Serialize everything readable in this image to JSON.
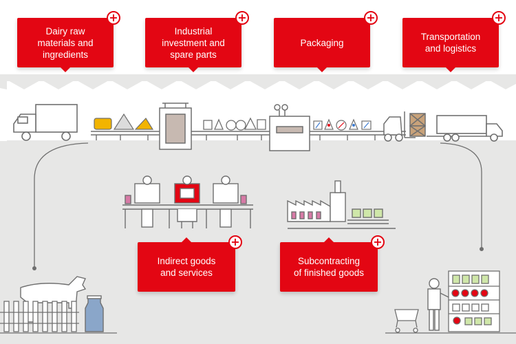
{
  "cards": [
    {
      "id": "dairy",
      "label": "Dairy raw\nmaterials and\ningredients"
    },
    {
      "id": "industrial",
      "label": "Industrial\ninvestment and\nspare parts"
    },
    {
      "id": "packaging",
      "label": "Packaging"
    },
    {
      "id": "transport",
      "label": "Transportation\nand logistics"
    },
    {
      "id": "indirect",
      "label": "Indirect goods\nand services"
    },
    {
      "id": "subcontracting",
      "label": "Subcontracting\nof finished goods"
    }
  ],
  "expand_glyph": "+",
  "colors": {
    "accent": "#e30613",
    "band_grey": "#e7e7e6",
    "line_grey": "#6f6f6f",
    "cheese_yellow": "#f2b400",
    "can_blue": "#8aa6c9",
    "box_brown": "#c8a27a",
    "box_green": "#3c9a3a"
  },
  "icons": [
    "plus-icon",
    "truck-icon",
    "cheese-icon",
    "conveyor-belt-icon",
    "machine-icon",
    "forklift-icon",
    "trailer-truck-icon",
    "office-worker-icon",
    "factory-icon",
    "cow-icon",
    "milk-can-icon",
    "shopping-cart-icon",
    "shopper-icon",
    "store-shelf-icon"
  ]
}
